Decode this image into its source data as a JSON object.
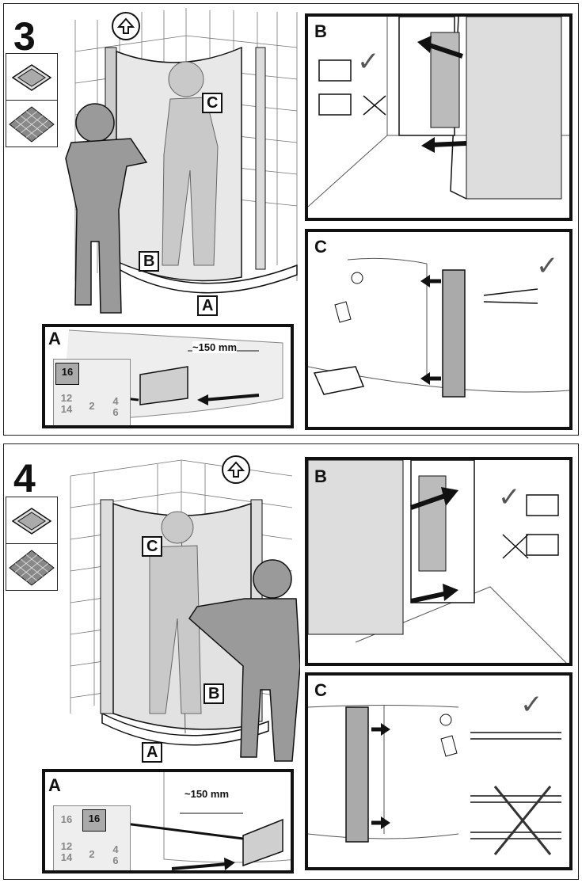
{
  "steps": [
    {
      "number": "3",
      "callouts": {
        "a": "A",
        "b": "B",
        "c": "C"
      },
      "panels": {
        "a": {
          "label": "A",
          "measurement": "~150 mm",
          "profile_values": [
            "16",
            "12\n14",
            "2",
            "4\n6"
          ]
        },
        "b": {
          "label": "B"
        },
        "c": {
          "label": "C"
        }
      }
    },
    {
      "number": "4",
      "callouts": {
        "a": "A",
        "b": "B",
        "c": "C"
      },
      "panels": {
        "a": {
          "label": "A",
          "measurement": "~150 mm",
          "profile_values": [
            "16",
            "16",
            "12\n14",
            "2",
            "4\n6"
          ]
        },
        "b": {
          "label": "B"
        },
        "c": {
          "label": "C"
        }
      }
    }
  ],
  "icons": {
    "up_arrow": "up-arrow-icon",
    "check": "checkmark-icon",
    "cross": "cross-icon",
    "tray": "shower-tray-icon",
    "tiles": "tiled-floor-icon"
  },
  "colors": {
    "line": "#111111",
    "glass_gray": "#b8b8b8",
    "figure_gray": "#9a9a9a"
  }
}
